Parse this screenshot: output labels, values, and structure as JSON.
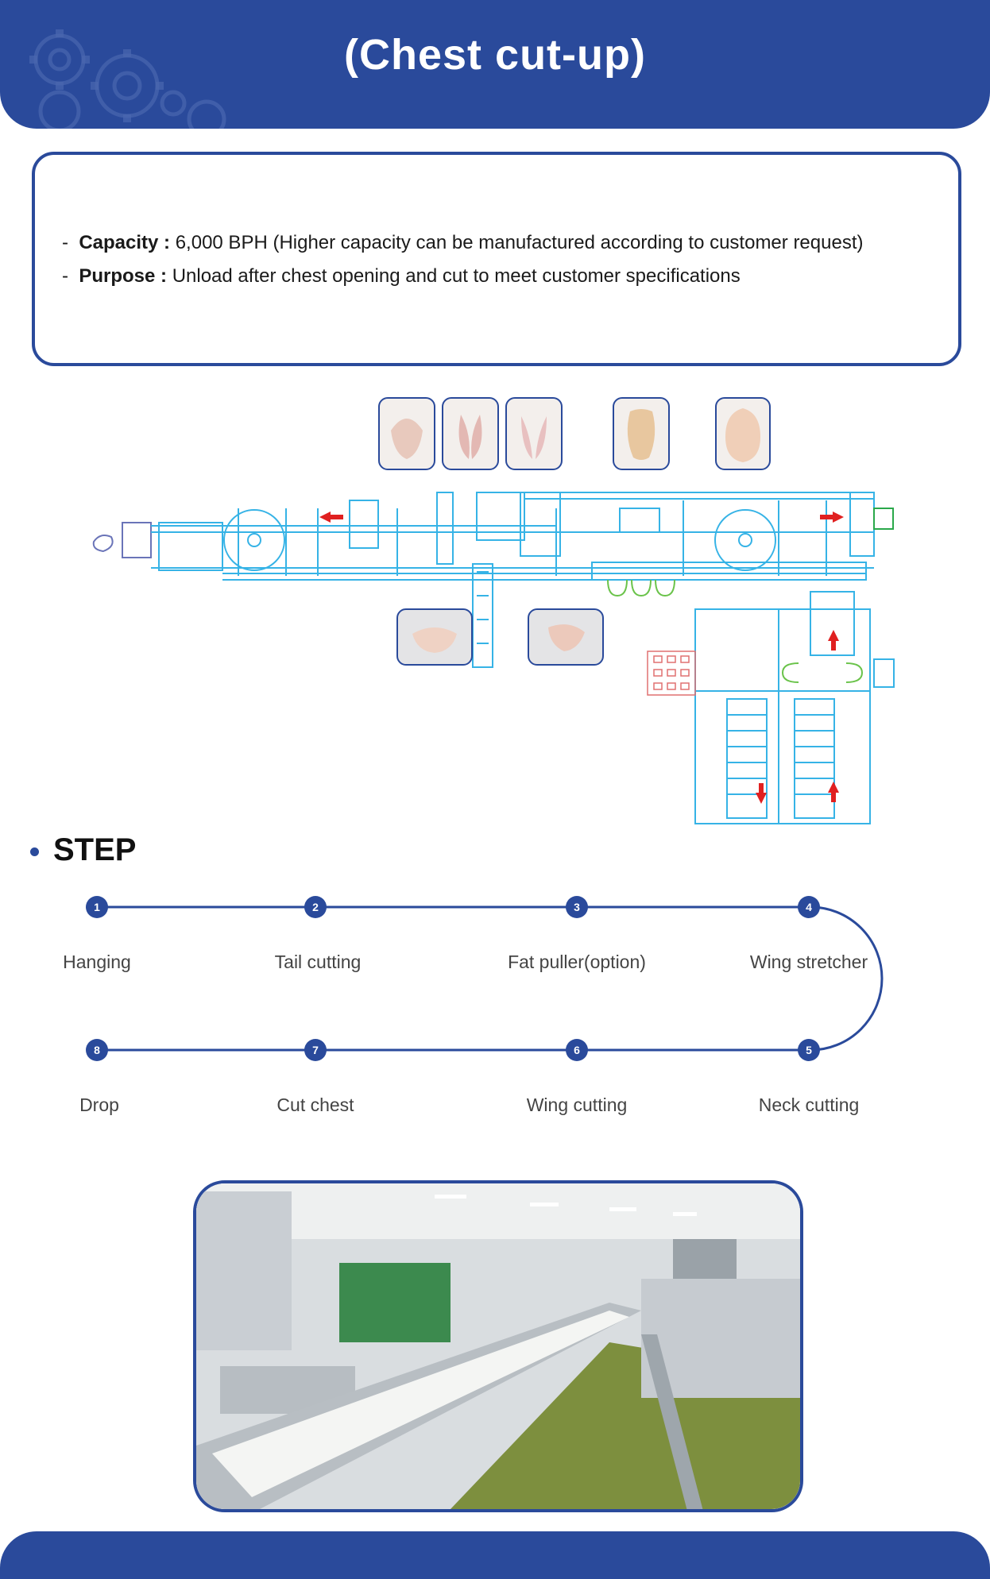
{
  "header": {
    "title": "(Chest cut-up)"
  },
  "info": {
    "capacity_label": "Capacity :",
    "capacity_value": "6,000 BPH (Higher capacity can be manufactured according to customer request)",
    "purpose_label": "Purpose :",
    "purpose_value": "Unload after chest opening and cut to meet customer specifications"
  },
  "step_section": {
    "heading": "STEP"
  },
  "steps": [
    {
      "number": "1",
      "label": "Hanging"
    },
    {
      "number": "2",
      "label": "Tail cutting"
    },
    {
      "number": "3",
      "label": "Fat puller(option)"
    },
    {
      "number": "4",
      "label": "Wing stretcher"
    },
    {
      "number": "5",
      "label": "Neck cutting"
    },
    {
      "number": "6",
      "label": "Wing cutting"
    },
    {
      "number": "7",
      "label": "Cut chest"
    },
    {
      "number": "8",
      "label": "Drop"
    }
  ],
  "colors": {
    "brand": "#2a4a9b",
    "diagram": "#36b3e6",
    "arrow": "#e02020"
  }
}
